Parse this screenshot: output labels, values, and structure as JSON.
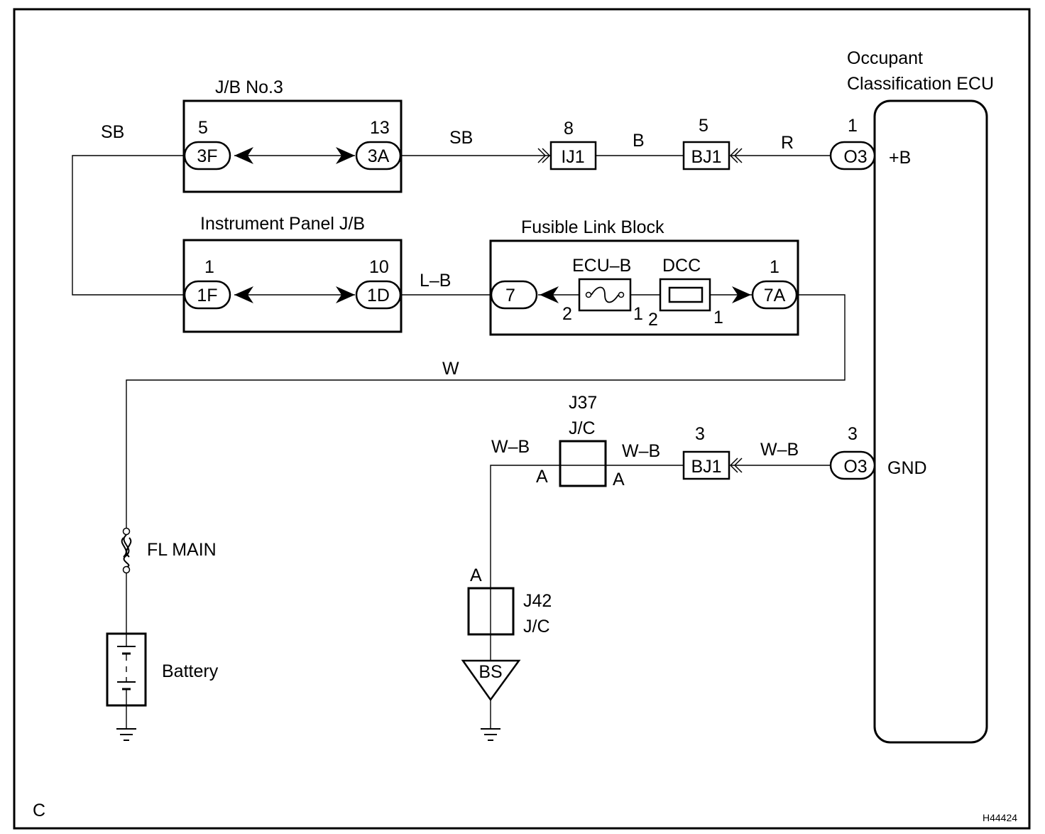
{
  "page": {
    "corner_label": "C",
    "figure_id": "H44424",
    "footer_text": ""
  },
  "ecu": {
    "title_line1": "Occupant",
    "title_line2": "Classification ECU",
    "pin_top_label": "+B",
    "pin_bottom_label": "GND"
  },
  "jb3": {
    "title": "J/B No.3",
    "left_pin": "5",
    "left_conn": "3F",
    "right_pin": "13",
    "right_conn": "3A"
  },
  "ipjb": {
    "title": "Instrument Panel J/B",
    "left_pin": "1",
    "left_conn": "1F",
    "right_pin": "10",
    "right_conn": "1D"
  },
  "flb": {
    "title": "Fusible Link Block",
    "left_conn": "7",
    "fuse1_label": "ECU–B",
    "fuse2_label": "DCC",
    "fuse1_pin_left": "2",
    "fuse1_pin_right": "1",
    "fuse2_pin_left": "2",
    "fuse2_pin_right": "1",
    "right_pin": "1",
    "right_conn": "7A"
  },
  "wires": {
    "sb_left": "SB",
    "sb_top": "SB",
    "b": "B",
    "r": "R",
    "lb": "L–B",
    "w": "W",
    "wb_left": "W–B",
    "wb_mid": "W–B",
    "wb_right": "W–B"
  },
  "connectors": {
    "ij1_pin": "8",
    "ij1": "IJ1",
    "bj1_top_pin": "5",
    "bj1_top": "BJ1",
    "o3_top_pin": "1",
    "o3_top": "O3",
    "bj1_bot_pin": "3",
    "bj1_bot": "BJ1",
    "o3_bot_pin": "3",
    "o3_bot": "O3"
  },
  "junctions": {
    "j37_line1": "J37",
    "j37_line2": "J/C",
    "j37_left": "A",
    "j37_right": "A",
    "j42_top": "A",
    "j42_line1": "J42",
    "j42_line2": "J/C",
    "ground_label": "BS"
  },
  "power": {
    "fuse_label": "FL MAIN",
    "battery_label": "Battery"
  }
}
